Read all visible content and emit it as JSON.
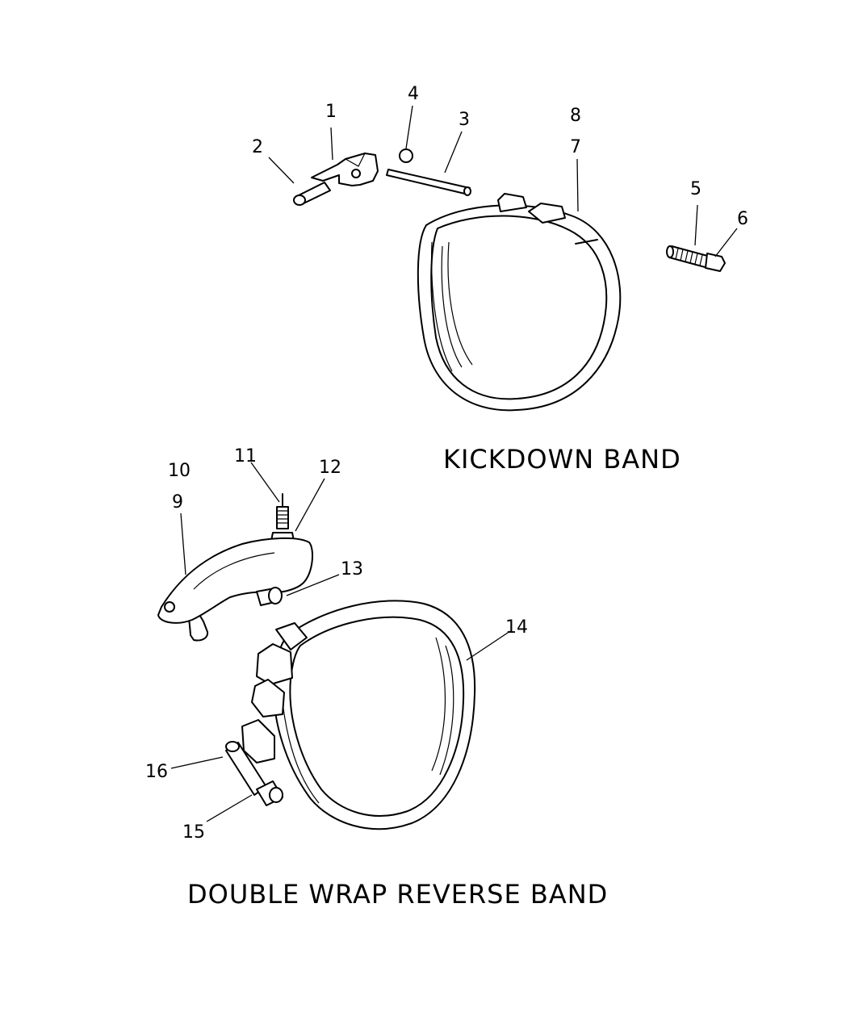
{
  "callouts": {
    "c1": "1",
    "c2": "2",
    "c3": "3",
    "c4": "4",
    "c5": "5",
    "c6": "6",
    "c7": "7",
    "c8": "8",
    "c9": "9",
    "c10": "10",
    "c11": "11",
    "c12": "12",
    "c13": "13",
    "c14": "14",
    "c15": "15",
    "c16": "16"
  },
  "titles": {
    "kickdown": "KICKDOWN BAND",
    "reverse": "DOUBLE WRAP REVERSE BAND"
  }
}
